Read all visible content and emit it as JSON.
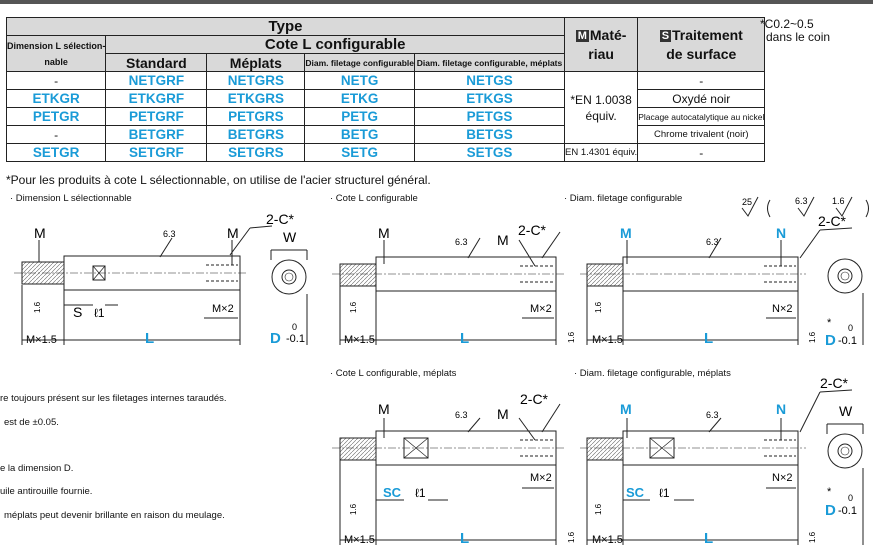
{
  "table": {
    "type_header": "Type",
    "selectable_header_1": "Dimension L sélection-",
    "selectable_header_2": "nable",
    "configurable_header": "Cote L configurable",
    "col_standard": "Standard",
    "col_meplats": "Méplats",
    "col_diam": "Diam. filetage configurable",
    "col_diam_meplats": "Diam. filetage configurable, méplats",
    "material_badge": "M",
    "material_header_1": "Maté-",
    "material_header_2": "riau",
    "surface_badge": "S",
    "surface_header_1": "Traitement",
    "surface_header_2": "de surface",
    "rows": [
      {
        "sel": "-",
        "std": "NETGRF",
        "mep": "NETGRS",
        "diam": "NETG",
        "dm": "NETGS",
        "surface": "-"
      },
      {
        "sel": "ETKGR",
        "std": "ETKGRF",
        "mep": "ETKGRS",
        "diam": "ETKG",
        "dm": "ETKGS",
        "surface": "Oxydé noir"
      },
      {
        "sel": "PETGR",
        "std": "PETGRF",
        "mep": "PETGRS",
        "diam": "PETG",
        "dm": "PETGS",
        "surface": "Placage autocatalytique au nickel"
      },
      {
        "sel": "-",
        "std": "BETGRF",
        "mep": "BETGRS",
        "diam": "BETG",
        "dm": "BETGS",
        "surface": "Chrome trivalent (noir)"
      },
      {
        "sel": "SETGR",
        "std": "SETGRF",
        "mep": "SETGRS",
        "diam": "SETG",
        "dm": "SETGS",
        "surface": "-"
      }
    ],
    "material_steel_1": "*EN 1.0038",
    "material_steel_2": "équiv.",
    "material_stainless": "EN 1.4301 équiv."
  },
  "corner_note_1": "*C0.2~0.5",
  "corner_note_2": "dans le coin",
  "footnote": "*Pour les produits à cote L sélectionnable, on utilise de l'acier structurel général.",
  "sections": {
    "selectable": "· Dimension L sélectionnable",
    "configurable": "· Cote L configurable",
    "diam_configurable": "· Diam. filetage configurable",
    "configurable_meplats": "· Cote L configurable, méplats",
    "diam_meplats": "· Diam. filetage configurable, méplats"
  },
  "left_notes": [
    "re toujours présent sur les filetages internes taraudés.",
    "est de ±0.05.",
    "e la dimension D.",
    "uile antirouille fournie.",
    "méplats peut devenir brillante en raison du meulage."
  ],
  "roughness": {
    "r1": "25",
    "r2": "6.3",
    "r3": "1.6"
  },
  "dims": {
    "M": "M",
    "N": "N",
    "W": "W",
    "chamfer": "2-C*",
    "rough_63": "6.3",
    "rough_16": "1.6",
    "S": "S",
    "SC": "SC",
    "l1": "ℓ1",
    "Mx2": "M×2",
    "Nx2": "N×2",
    "Mx15": "M×1.5",
    "L": "L",
    "D": "D",
    "tol_upper": "0",
    "tol_lower": "-0.1",
    "star": "*"
  },
  "colors": {
    "accent": "#1a9bd7",
    "header_bg": "#d9d9d9"
  }
}
